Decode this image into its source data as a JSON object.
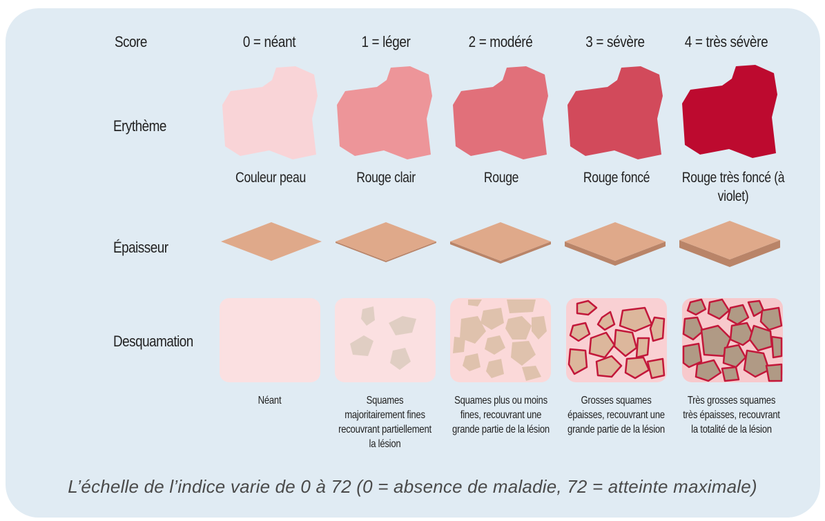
{
  "row_labels": {
    "score": "Score",
    "erythema": "Erythème",
    "thickness": "Épaisseur",
    "desquamation": "Desquamation"
  },
  "levels": [
    {
      "score": "0 = néant",
      "erythema_label": "Couleur peau",
      "erythema_color": "#f9d4d7",
      "desquamation_label": "Néant"
    },
    {
      "score": "1 = léger",
      "erythema_label": "Rouge clair",
      "erythema_color": "#ed9599",
      "desquamation_label": "Squames majoritairement fines recouvrant partiellement la lésion"
    },
    {
      "score": "2 = modéré",
      "erythema_label": "Rouge",
      "erythema_color": "#e1707a",
      "desquamation_label": "Squames plus ou moins fines, recouvrant une grande partie de la lésion"
    },
    {
      "score": "3 = sévère",
      "erythema_label": "Rouge foncé",
      "erythema_color": "#d24a5b",
      "desquamation_label": "Grosses squames épaisses, recouvrant une grande partie de la lésion"
    },
    {
      "score": "4 = très sévère",
      "erythema_label": "Rouge très foncé (à violet)",
      "erythema_color": "#bd0a2f",
      "desquamation_label": "Très grosses squames très épaisses, recouvrant la totalité de la lésion"
    }
  ],
  "footnote": "L’échelle de l’indice varie de 0 à 72 (0 = absence de maladie, 72 = atteinte maximale)",
  "colors": {
    "panel_background": "#e0ebf3",
    "skin_tile_top": "#dfa98a",
    "skin_tile_side": "#b98468",
    "scale_tile_bg": "#fbe0e1",
    "scale_fill": "#d8bfa8",
    "scale_border": "#c2183a"
  }
}
